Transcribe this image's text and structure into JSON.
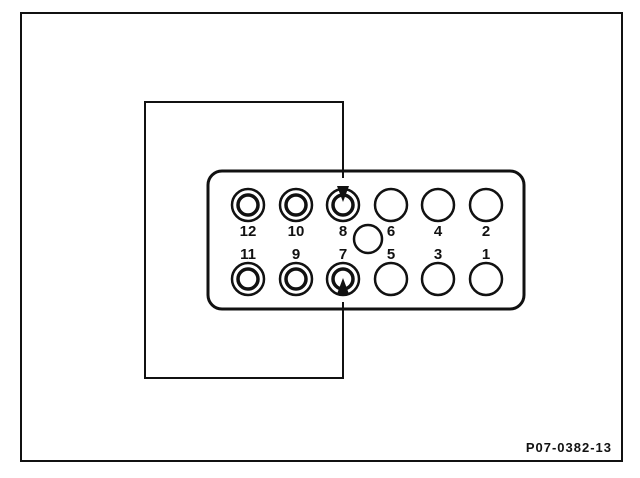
{
  "diagram": {
    "reference_code": "P07-0382-13",
    "connector": {
      "top_row": [
        {
          "label": "12",
          "style": "double"
        },
        {
          "label": "10",
          "style": "double"
        },
        {
          "label": "8",
          "style": "double",
          "probe": true
        },
        {
          "label": "6",
          "style": "single"
        },
        {
          "label": "4",
          "style": "single"
        },
        {
          "label": "2",
          "style": "single"
        }
      ],
      "bottom_row": [
        {
          "label": "11",
          "style": "double"
        },
        {
          "label": "9",
          "style": "double"
        },
        {
          "label": "7",
          "style": "double",
          "probe": true
        },
        {
          "label": "5",
          "style": "single"
        },
        {
          "label": "3",
          "style": "single"
        },
        {
          "label": "1",
          "style": "single"
        }
      ]
    },
    "line_color": "#111111",
    "background_color": "#ffffff"
  }
}
